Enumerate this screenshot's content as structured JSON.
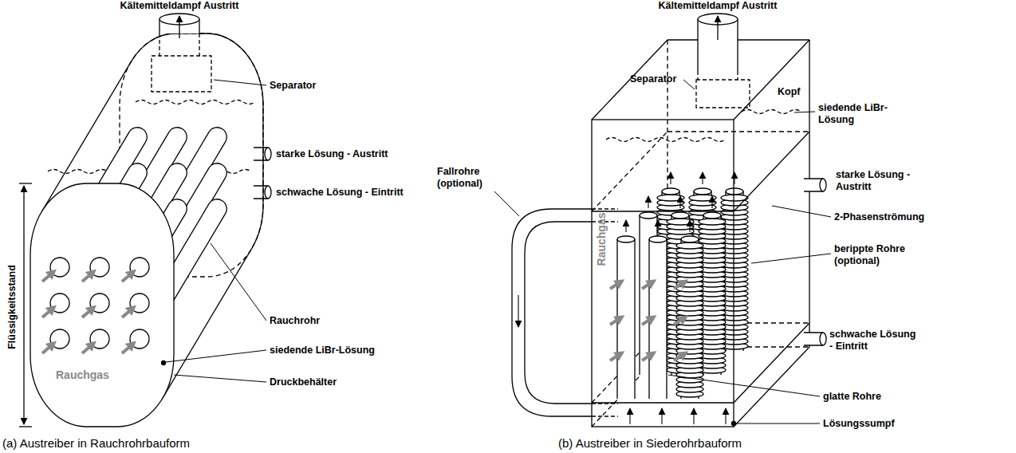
{
  "diagram": {
    "labels": [
      "Kältemitteldampf Austritt",
      "Separator",
      "starke Lösung - Austritt",
      "schwache Lösung - Eintritt",
      "Flüssigkeitsstand",
      "Rauchgas",
      "Rauchrohr",
      "siedende LiBr-Lösung",
      "Druckbehälter",
      "(a) Austreiber in Rauchrohrbauform",
      "Kältemitteldampf Austritt",
      "Separator",
      "Kopf",
      "siedende LiBr-Lösung",
      "starke Lösung - Austritt",
      "Fallrohre (optional)",
      "2-Phasenströmung",
      "berippte Rohre (optional)",
      "schwache Lösung - Eintritt",
      "Rauchgas",
      "glatte Rohre",
      "Lösungssumpf",
      "(b) Austreiber in Siederohrbauform"
    ]
  }
}
